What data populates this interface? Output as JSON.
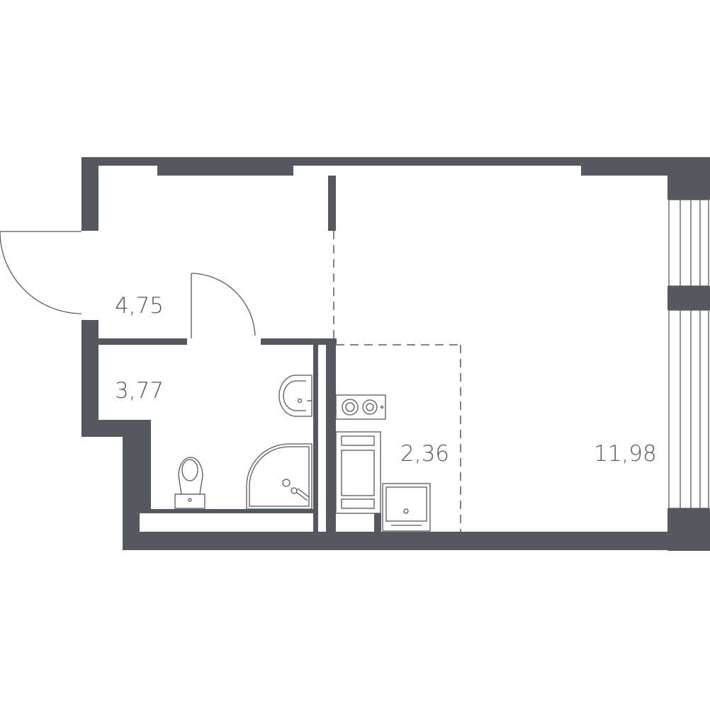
{
  "colors": {
    "walls": "#545861",
    "background": "#ffffff"
  },
  "rooms": [
    {
      "id": "hallway",
      "area": "4,75"
    },
    {
      "id": "bathroom",
      "area": "3,77"
    },
    {
      "id": "kitchen",
      "area": "2,36"
    },
    {
      "id": "living-room",
      "area": "11,98"
    }
  ],
  "icons": [
    "door-swing-icon",
    "sink-icon",
    "toilet-icon",
    "shower-icon",
    "stove-icon",
    "oven-icon",
    "fridge-icon",
    "window-icon"
  ]
}
